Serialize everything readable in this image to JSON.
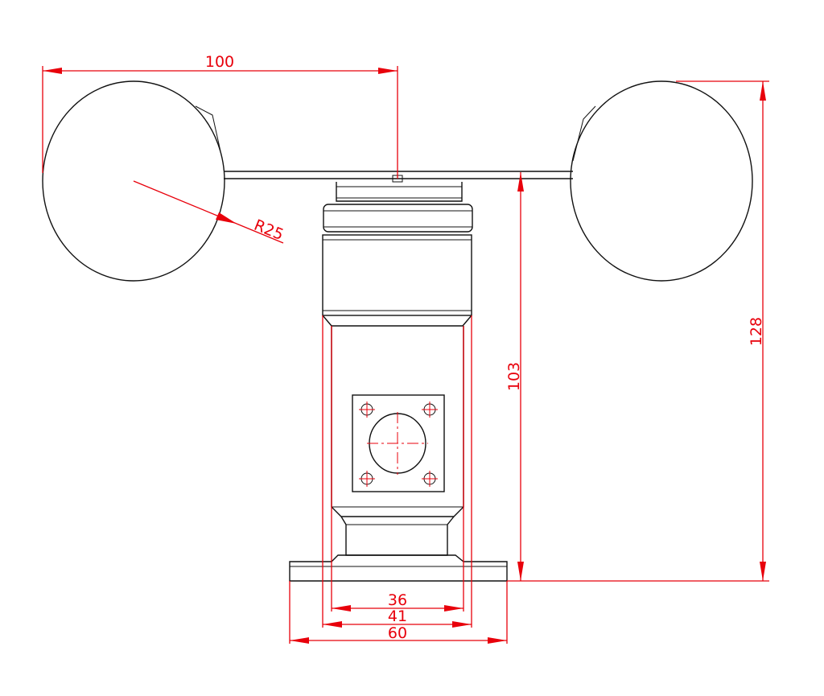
{
  "dimensions": {
    "arm_length": "100",
    "cup_radius": "R25",
    "total_height": "128",
    "body_height": "103",
    "inner_width": "36",
    "mid_width": "41",
    "base_width": "60"
  },
  "colors": {
    "dimension": "#e8000b",
    "outline": "#111111",
    "background": "#ffffff"
  }
}
